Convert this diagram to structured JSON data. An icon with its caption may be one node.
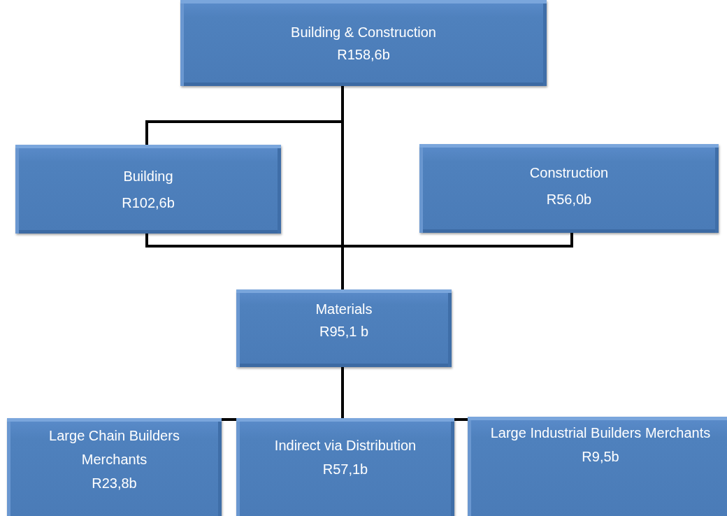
{
  "diagram": {
    "nodes": [
      {
        "text": [
          "Building & Construction",
          "R158,6b"
        ]
      },
      {
        "text": [
          "Building",
          "R102,6b"
        ]
      },
      {
        "text": [
          "Construction",
          "R56,0b"
        ]
      },
      {
        "text": [
          "Materials",
          "R95,1 b"
        ]
      },
      {
        "text": [
          "Large Chain Builders Merchants",
          "R23,8b"
        ]
      },
      {
        "text": [
          "Indirect via Distribution",
          "R57,1b"
        ]
      },
      {
        "text": [
          "Large Industrial Builders Merchants",
          "R9,5b"
        ]
      }
    ],
    "edges": [
      {
        "from": 0,
        "to": 1,
        "arrow": "none"
      },
      {
        "from": 0,
        "to": 2,
        "arrow": "none"
      },
      {
        "from": 1,
        "to": 3,
        "arrow": "none"
      },
      {
        "from": 2,
        "to": 3,
        "arrow": "none"
      },
      {
        "from": 3,
        "to": 4,
        "arrow": "none"
      },
      {
        "from": 3,
        "to": 5,
        "arrow": "none"
      },
      {
        "from": 3,
        "to": 6,
        "arrow": "none"
      }
    ]
  }
}
